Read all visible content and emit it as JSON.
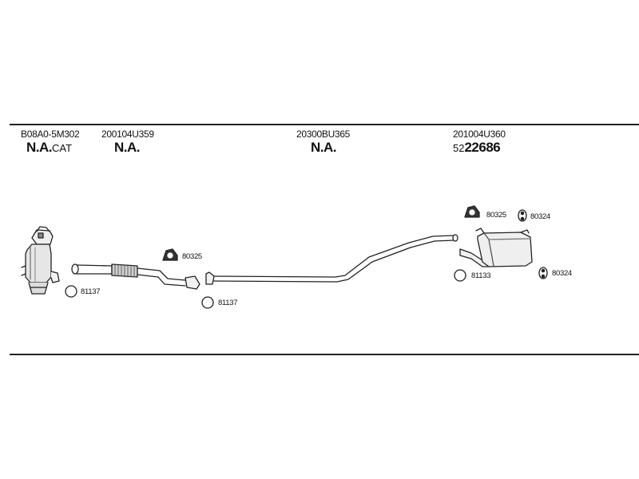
{
  "groups": [
    {
      "part_number": "B08A0-5M302",
      "desc_main": "N.A.",
      "desc_suffix": "CAT"
    },
    {
      "part_number": "200104U359",
      "desc_main": "N.A.",
      "desc_suffix": ""
    },
    {
      "part_number": "20300BU365",
      "desc_main": "N.A.",
      "desc_suffix": ""
    },
    {
      "part_number": "201004U360",
      "desc_prefix": "52",
      "desc_main": "22686"
    }
  ],
  "callouts": [
    {
      "label": "81137",
      "icon": "ring-icon"
    },
    {
      "label": "80325",
      "icon": "hanger-mount-icon"
    },
    {
      "label": "81137",
      "icon": "ring-icon"
    },
    {
      "label": "80325",
      "icon": "hanger-mount-icon"
    },
    {
      "label": "80324",
      "icon": "rubber-hanger-icon"
    },
    {
      "label": "81133",
      "icon": "ring-icon"
    },
    {
      "label": "80324",
      "icon": "rubber-hanger-icon"
    }
  ]
}
